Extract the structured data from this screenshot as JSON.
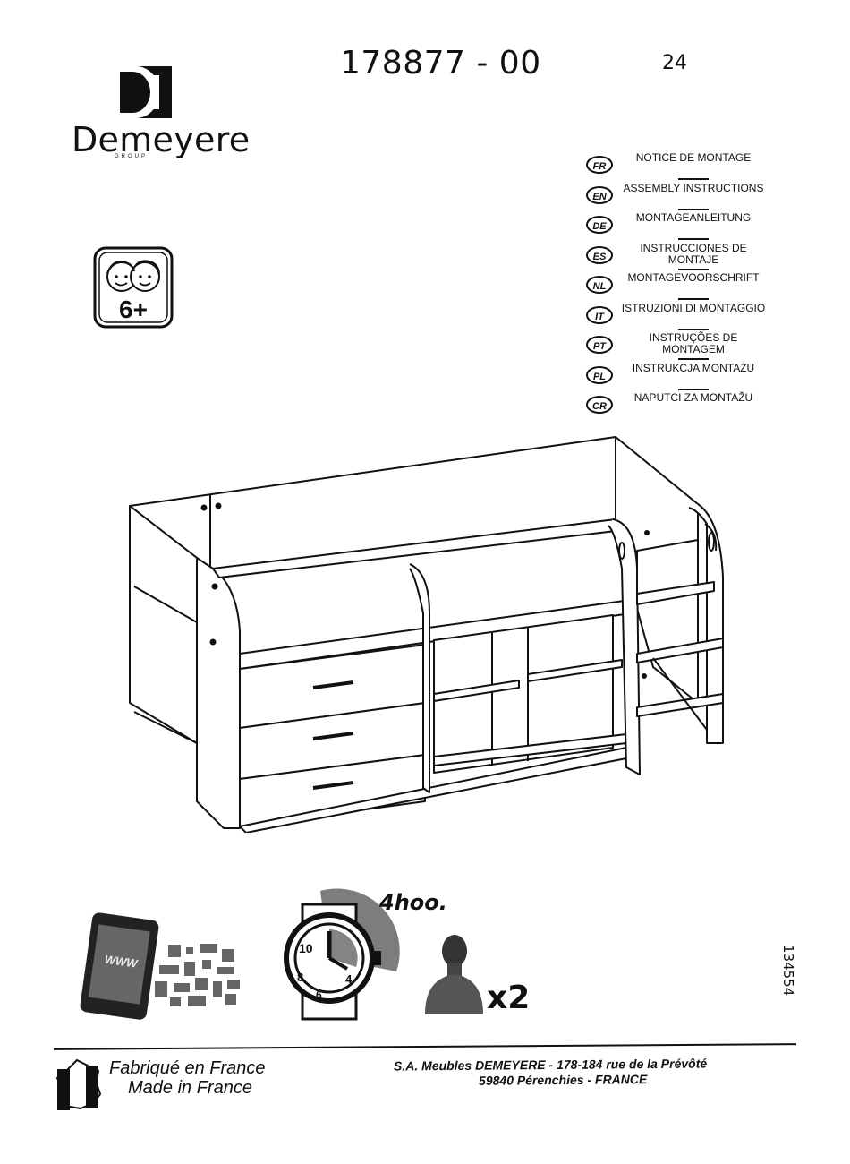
{
  "header": {
    "doc_number": "178877 - 00",
    "page_number": "24",
    "brand": "Demeyere",
    "brand_group": "GROUP",
    "age_rating": "6+"
  },
  "languages": [
    {
      "code": "FR",
      "text": "NOTICE DE MONTAGE"
    },
    {
      "code": "EN",
      "text": "ASSEMBLY INSTRUCTIONS"
    },
    {
      "code": "DE",
      "text": "MONTAGEANLEITUNG"
    },
    {
      "code": "ES",
      "text": "INSTRUCCIONES DE MONTAJE"
    },
    {
      "code": "NL",
      "text": "MONTAGEVOORSCHRIFT"
    },
    {
      "code": "IT",
      "text": "ISTRUZIONI DI MONTAGGIO"
    },
    {
      "code": "PT",
      "text": "INSTRUÇÕES DE MONTAGEM"
    },
    {
      "code": "PL",
      "text": "INSTRUKCJA MONTAŻU"
    },
    {
      "code": "CR",
      "text": "NAPUTCI ZA MONTAŽU"
    }
  ],
  "info": {
    "phone_label": "WWW",
    "duration": "4hoo.",
    "people_count": "x2",
    "ref_code": "134554"
  },
  "footer": {
    "made_in_fr": "Fabriqué en France",
    "made_in_en": "Made in France",
    "company_line1": "S.A. Meubles DEMEYERE - 178-184 rue de la Prévôté",
    "company_line2": "59840 Pérenchies - FRANCE"
  },
  "colors": {
    "ink": "#111111",
    "paper": "#ffffff"
  },
  "icons": [
    "demeyere-logo-icon",
    "children-age-icon",
    "smartphone-icon",
    "qr-code-icon",
    "watch-icon",
    "person-icon",
    "france-map-icon"
  ]
}
